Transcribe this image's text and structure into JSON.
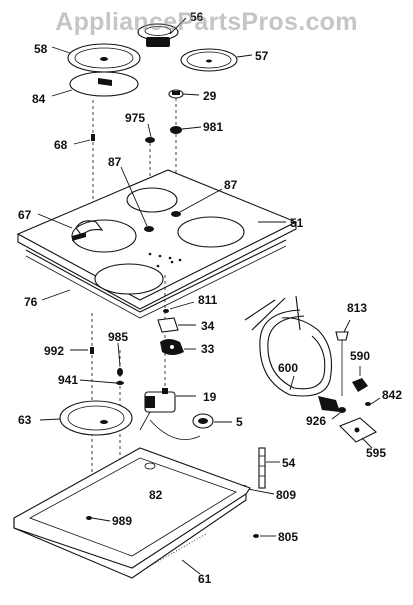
{
  "watermark": "AppliancePartsPros.com",
  "parts": [
    {
      "id": "p56",
      "label": "56"
    },
    {
      "id": "p58",
      "label": "58"
    },
    {
      "id": "p57",
      "label": "57"
    },
    {
      "id": "p84",
      "label": "84"
    },
    {
      "id": "p29",
      "label": "29"
    },
    {
      "id": "p975",
      "label": "975"
    },
    {
      "id": "p981",
      "label": "981"
    },
    {
      "id": "p68",
      "label": "68"
    },
    {
      "id": "p87a",
      "label": "87"
    },
    {
      "id": "p87b",
      "label": "87"
    },
    {
      "id": "p67",
      "label": "67"
    },
    {
      "id": "p51",
      "label": "51"
    },
    {
      "id": "p76",
      "label": "76"
    },
    {
      "id": "p811",
      "label": "811"
    },
    {
      "id": "p813",
      "label": "813"
    },
    {
      "id": "p34",
      "label": "34"
    },
    {
      "id": "p33",
      "label": "33"
    },
    {
      "id": "p992",
      "label": "992"
    },
    {
      "id": "p985",
      "label": "985"
    },
    {
      "id": "p600",
      "label": "600"
    },
    {
      "id": "p590",
      "label": "590"
    },
    {
      "id": "p941",
      "label": "941"
    },
    {
      "id": "p842",
      "label": "842"
    },
    {
      "id": "p19",
      "label": "19"
    },
    {
      "id": "p63",
      "label": "63"
    },
    {
      "id": "p5",
      "label": "5"
    },
    {
      "id": "p926",
      "label": "926"
    },
    {
      "id": "p595",
      "label": "595"
    },
    {
      "id": "p54",
      "label": "54"
    },
    {
      "id": "p82",
      "label": "82"
    },
    {
      "id": "p809",
      "label": "809"
    },
    {
      "id": "p989",
      "label": "989"
    },
    {
      "id": "p805",
      "label": "805"
    },
    {
      "id": "p61",
      "label": "61"
    }
  ]
}
